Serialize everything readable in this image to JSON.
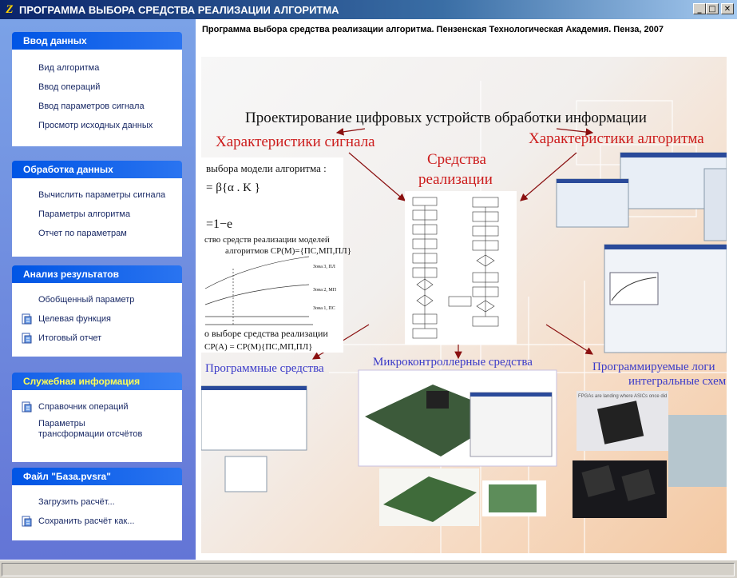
{
  "window": {
    "title": "ПРОГРАММА ВЫБОРА СРЕДСТВА РЕАЛИЗАЦИИ АЛГОРИТМА",
    "app_icon_glyph": "Z",
    "buttons": {
      "minimize": "_",
      "maximize": "□",
      "close": "✕"
    }
  },
  "sidebar": {
    "groups": [
      {
        "header": "Ввод данных",
        "items": [
          "Вид алгоритма",
          "Ввод операций",
          "Ввод параметров сигнала",
          "Просмотр исходных данных"
        ]
      },
      {
        "header": "Обработка данных",
        "items": [
          "Вычислить параметры сигнала",
          "Параметры алгоритма",
          "Отчет по параметрам"
        ]
      },
      {
        "header": "Анализ результатов",
        "items": [
          "Обобщенный параметр",
          "Целевая функция",
          "Итоговый отчет"
        ]
      },
      {
        "header": "Служебная информация",
        "items": [
          "Справочник операций",
          "Параметры трансформации отсчётов"
        ]
      },
      {
        "header": "Файл \"База.pvsra\"",
        "items": [
          "Загрузить расчёт...",
          "Сохранить расчёт как..."
        ]
      }
    ]
  },
  "main": {
    "header": "Программа выбора средства реализации алгоритма. Пензенская Технологическая Академия. Пенза, 2007"
  },
  "poster": {
    "title": "Проектирование цифровых устройств обработки информации",
    "signal_characteristics": "Характеристики сигнала",
    "algorithm_characteristics": "Характеристики алгоритма",
    "means_line1": "Средства",
    "means_line2": "реализации",
    "software": "Программные средства",
    "microcontroller": "Микроконтроллерные средства",
    "pld_line1": "Программируемые логи",
    "pld_line2": "интегральные схем",
    "formula_title": "выбора модели алгоритма :",
    "formula_mid": "ство средств реализации моделей",
    "formula_mid2": "алгоритмов СР(М)={ПС,МП,ПЛ}",
    "zone3": "Зона 3, ПЛ",
    "zone2": "Зона 2, МП",
    "zone1": "Зона 1, ПС",
    "formula_bottom": "о выборе средства реализации",
    "formula_bottom2": "СР(А) = СР(М){ПС,МП,ПЛ}",
    "fpga_banner": "FPGAs are landing where ASICs once did"
  },
  "colors": {
    "red_label": "#cc1c1c",
    "blue_label": "#3a3ac8",
    "group_header": "#0055e5",
    "special_header_text": "#ffff55"
  }
}
